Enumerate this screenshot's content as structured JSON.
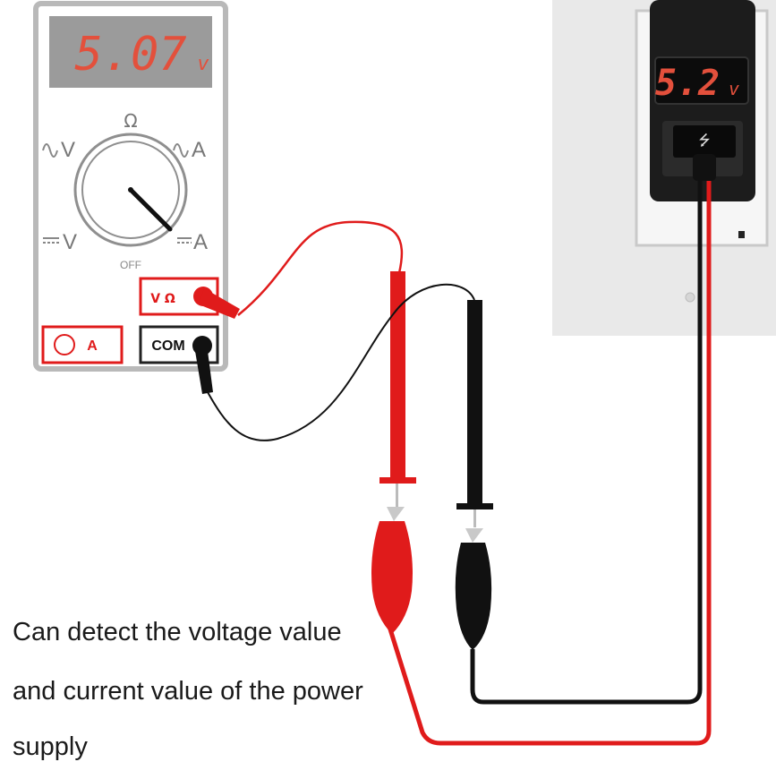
{
  "multimeter": {
    "reading": "5.07",
    "reading_unit": "v",
    "dial_labels": {
      "ohm": "Ω",
      "ac_v": "V",
      "ac_a": "A",
      "dc_v": "V",
      "dc_a": "A",
      "off": "OFF"
    },
    "ports": {
      "v_ohm": "V Ω",
      "a": "A",
      "com": "COM"
    }
  },
  "usb_meter": {
    "reading": "5.2",
    "reading_unit": "v"
  },
  "caption": {
    "line1": "Can detect the voltage value",
    "line2": "and current value of the power",
    "line3": "supply"
  },
  "colors": {
    "lead_red": "#e01b1b",
    "lead_black": "#111111",
    "lcd_digits": "#e3503c",
    "lcd_background": "#9b9b9b",
    "meter_frame": "#bdbdbd"
  }
}
